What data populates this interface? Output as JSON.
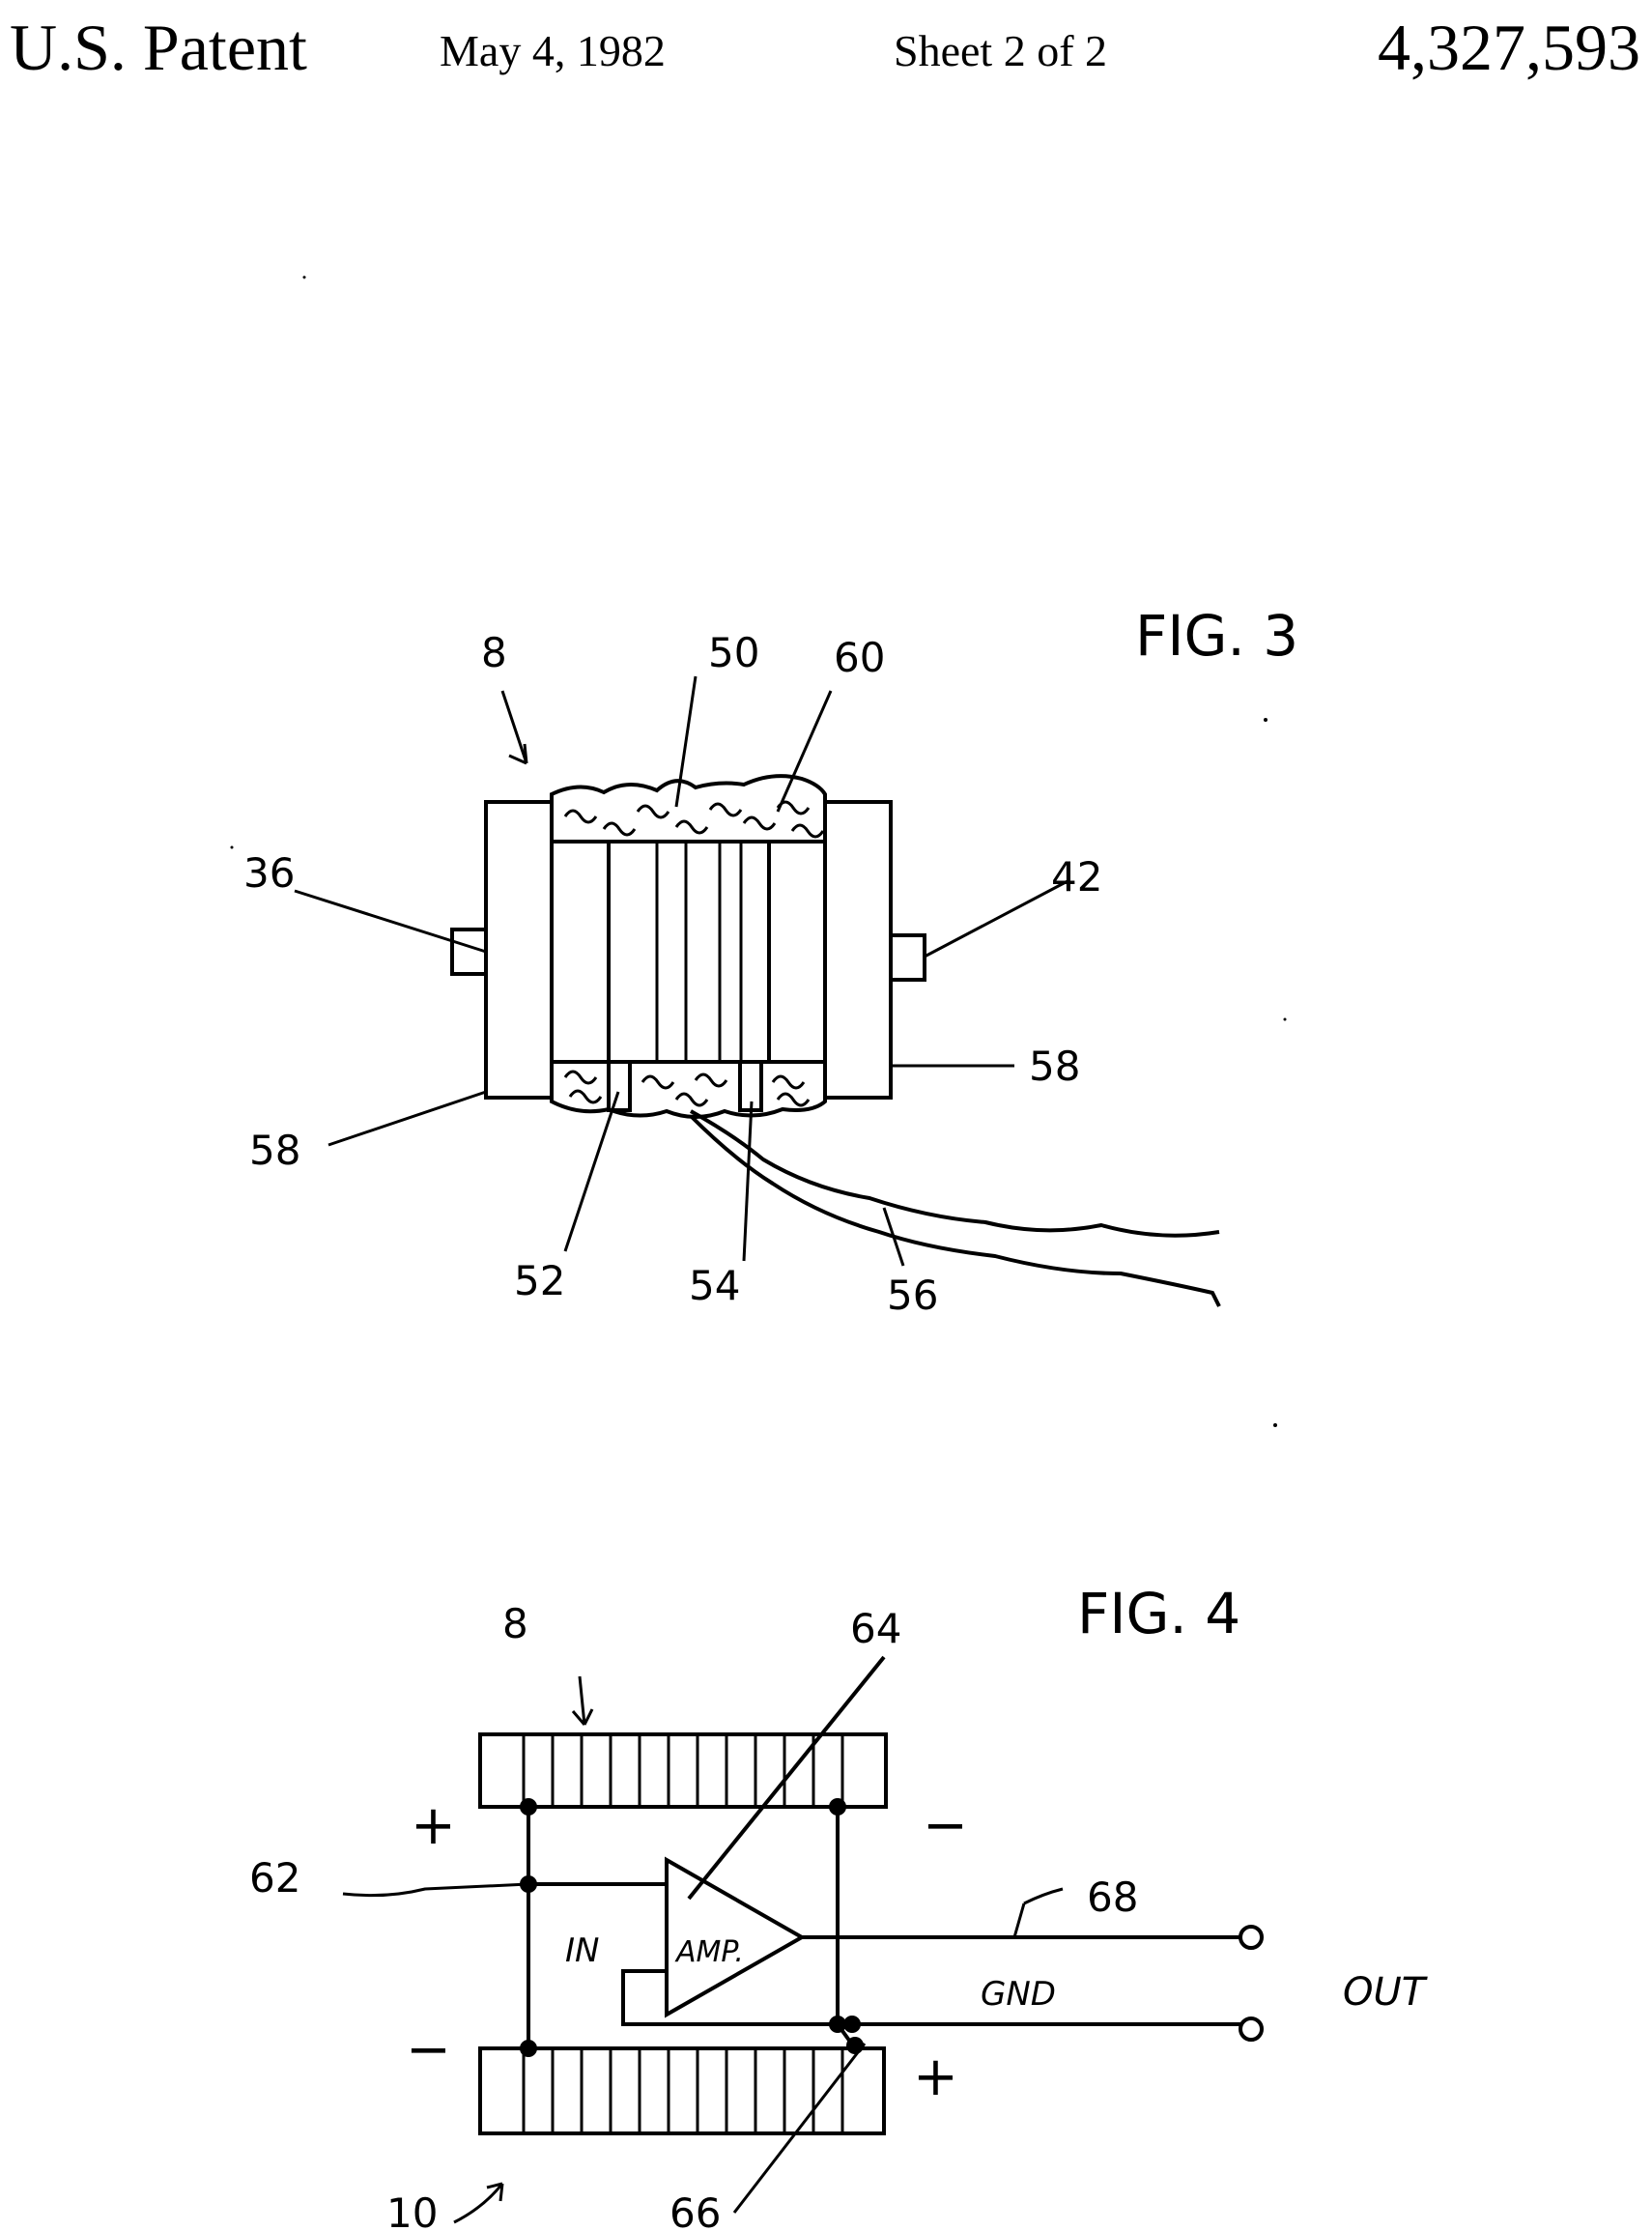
{
  "header": {
    "title": "U.S. Patent",
    "date": "May 4, 1982",
    "sheet": "Sheet 2 of 2",
    "number": "4,327,593"
  },
  "fig3": {
    "caption": "FIG. 3",
    "refs": {
      "r8": "8",
      "r50": "50",
      "r60": "60",
      "r36": "36",
      "r42": "42",
      "r58a": "58",
      "r58b": "58",
      "r52": "52",
      "r54": "54",
      "r56": "56"
    }
  },
  "fig4": {
    "caption": "FIG. 4",
    "refs": {
      "r8": "8",
      "r64": "64",
      "r62": "62",
      "r68": "68",
      "r10": "10",
      "r66": "66"
    },
    "labels": {
      "plus_top": "+",
      "minus_top": "−",
      "minus_bottom": "−",
      "plus_bottom": "+",
      "in": "IN",
      "amp": "AMP.",
      "gnd": "GND",
      "out": "OUT"
    }
  }
}
